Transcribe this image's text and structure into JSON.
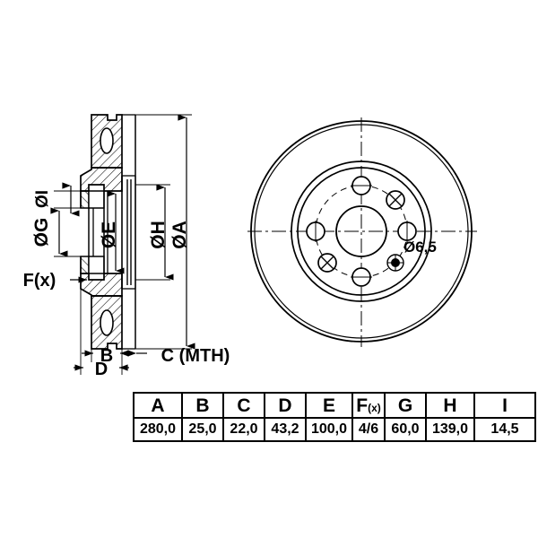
{
  "drawing": {
    "title": "Brake disc technical drawing",
    "views": {
      "section": {
        "name": "cross-section-view",
        "dimension_labels": [
          {
            "key": "I",
            "text": "ØI",
            "orientation": "vertical"
          },
          {
            "key": "G",
            "text": "ØG",
            "orientation": "vertical"
          },
          {
            "key": "E",
            "text": "ØE",
            "orientation": "vertical"
          },
          {
            "key": "H",
            "text": "ØH",
            "orientation": "vertical"
          },
          {
            "key": "A",
            "text": "ØA",
            "orientation": "vertical"
          },
          {
            "key": "F",
            "text": "F(x)",
            "orientation": "horizontal"
          },
          {
            "key": "B",
            "text": "B",
            "orientation": "horizontal"
          },
          {
            "key": "C",
            "text": "C (MTH)",
            "orientation": "horizontal"
          },
          {
            "key": "D",
            "text": "D",
            "orientation": "horizontal"
          }
        ]
      },
      "front": {
        "name": "front-face-view",
        "hole_callout": "Ø6,5",
        "bolt_holes": 4,
        "alt_holes": 2
      }
    }
  },
  "table": {
    "headers": [
      "A",
      "B",
      "C",
      "D",
      "E",
      "F(x)",
      "G",
      "H",
      "I"
    ],
    "header_f_main": "F",
    "header_f_sub": "(x)",
    "values": [
      "280,0",
      "25,0",
      "22,0",
      "43,2",
      "100,0",
      "4/6",
      "60,0",
      "139,0",
      "14,5"
    ]
  },
  "colors": {
    "line": "#000000",
    "background": "#ffffff"
  }
}
